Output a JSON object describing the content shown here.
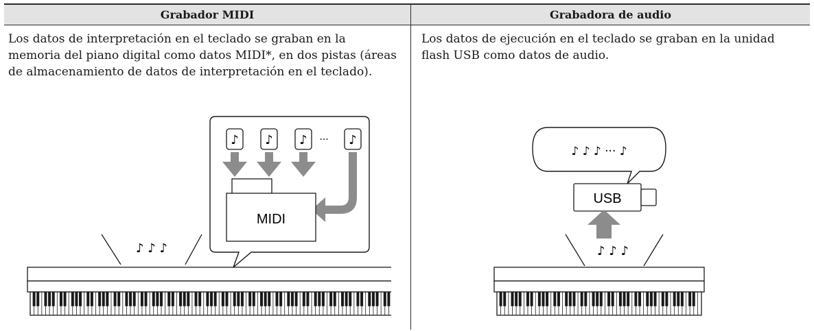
{
  "headers": {
    "left": "Grabador MIDI",
    "right": "Grabadora de audio"
  },
  "descriptions": {
    "left": "Los datos de interpretación en el teclado se graban en la memoria del piano digital como datos MIDI*, en dos pistas (áreas de almacenamiento de datos de interpretación en el teclado).",
    "right": "Los datos de ejecución en el teclado se graban en la unidad flash USB como datos de audio."
  },
  "illustrations": {
    "midi": {
      "bubble_notes": [
        "♪",
        "♪",
        "♪",
        "♪"
      ],
      "ellipsis": "···",
      "folder_label": "MIDI",
      "keyboard_notes": "♪ ♪ ♪"
    },
    "audio": {
      "bubble_notes": "♪ ♪ ♪ ··· ♪",
      "drive_label": "USB",
      "keyboard_notes": "♪ ♪ ♪"
    }
  }
}
